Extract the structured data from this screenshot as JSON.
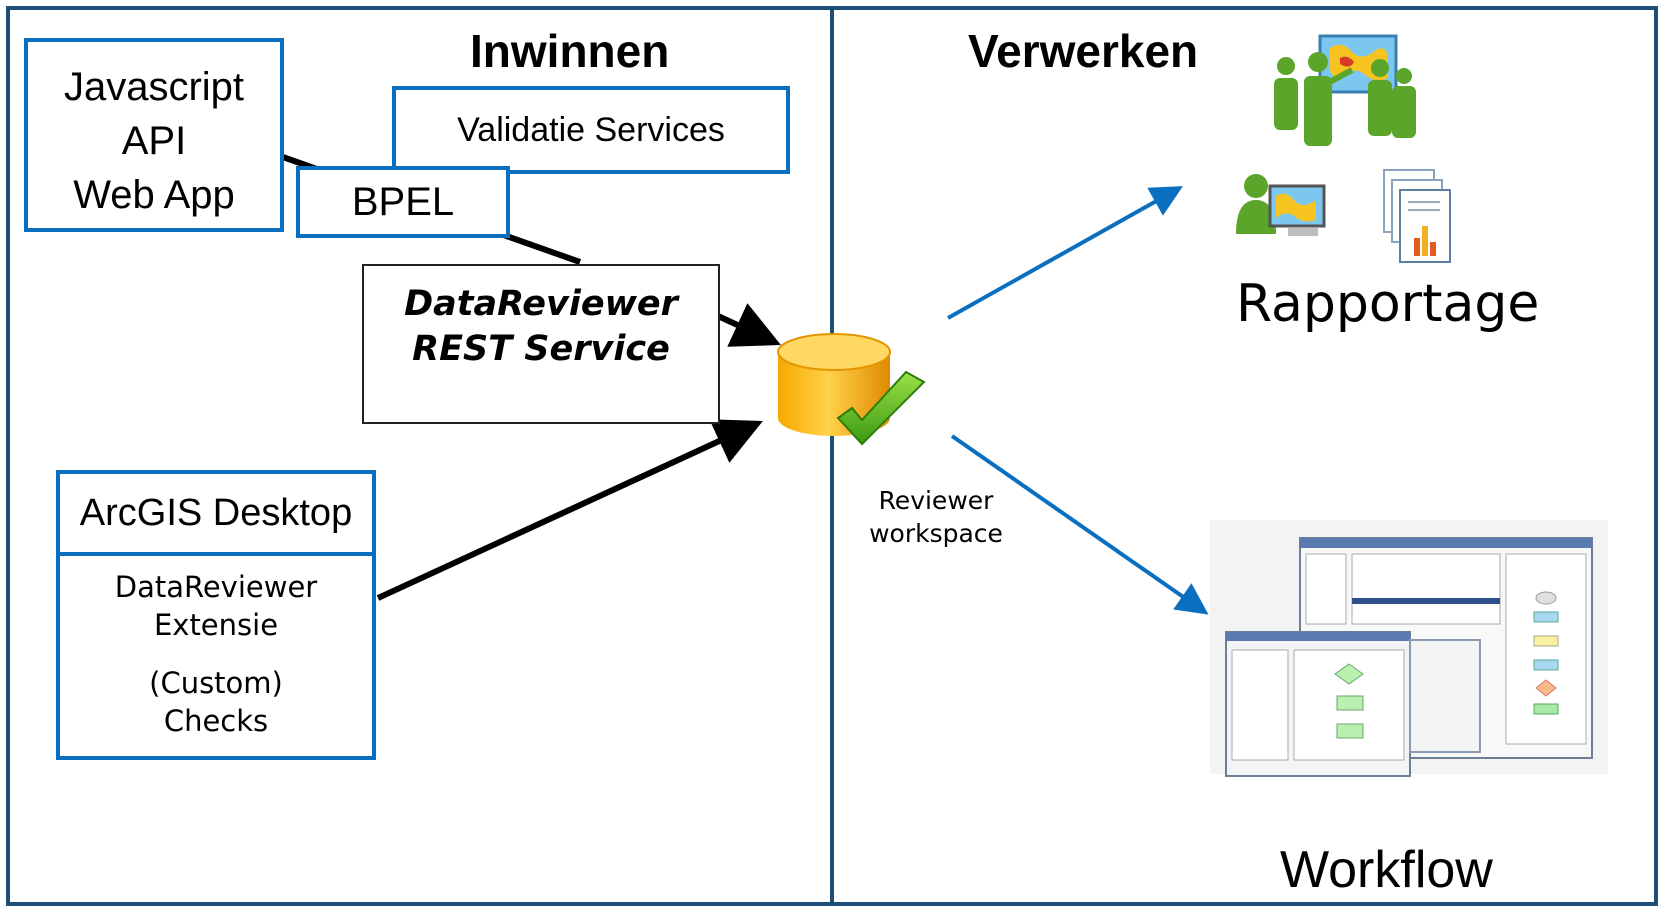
{
  "left_panel": {
    "title": "Inwinnen"
  },
  "right_panel": {
    "title": "Verwerken"
  },
  "js_api_box": {
    "lines": [
      "Javascript",
      "API",
      "Web App"
    ]
  },
  "validatie_box": {
    "label": "Validatie Services"
  },
  "bpel_box": {
    "label": "BPEL"
  },
  "rest_box": {
    "lines": [
      "DataReviewer",
      "REST Service"
    ]
  },
  "arcgis_box": {
    "header": "ArcGIS Desktop",
    "lines": [
      "DataReviewer",
      "Extensie",
      "(Custom)",
      "Checks"
    ]
  },
  "workspace": {
    "lines": [
      "Reviewer",
      "workspace"
    ],
    "icon": "database-check-icon"
  },
  "rapportage": {
    "label": "Rapportage",
    "icons": [
      "people-presentation-icon",
      "user-map-icon",
      "report-chart-icon"
    ]
  },
  "workflow": {
    "label": "Workflow",
    "icon": "workflow-screenshot-icon"
  },
  "colors": {
    "panel_border": "#1f4e79",
    "box_border": "#0b6fc0",
    "arrow_blue": "#0b6fc0",
    "arrow_black": "#000000"
  }
}
